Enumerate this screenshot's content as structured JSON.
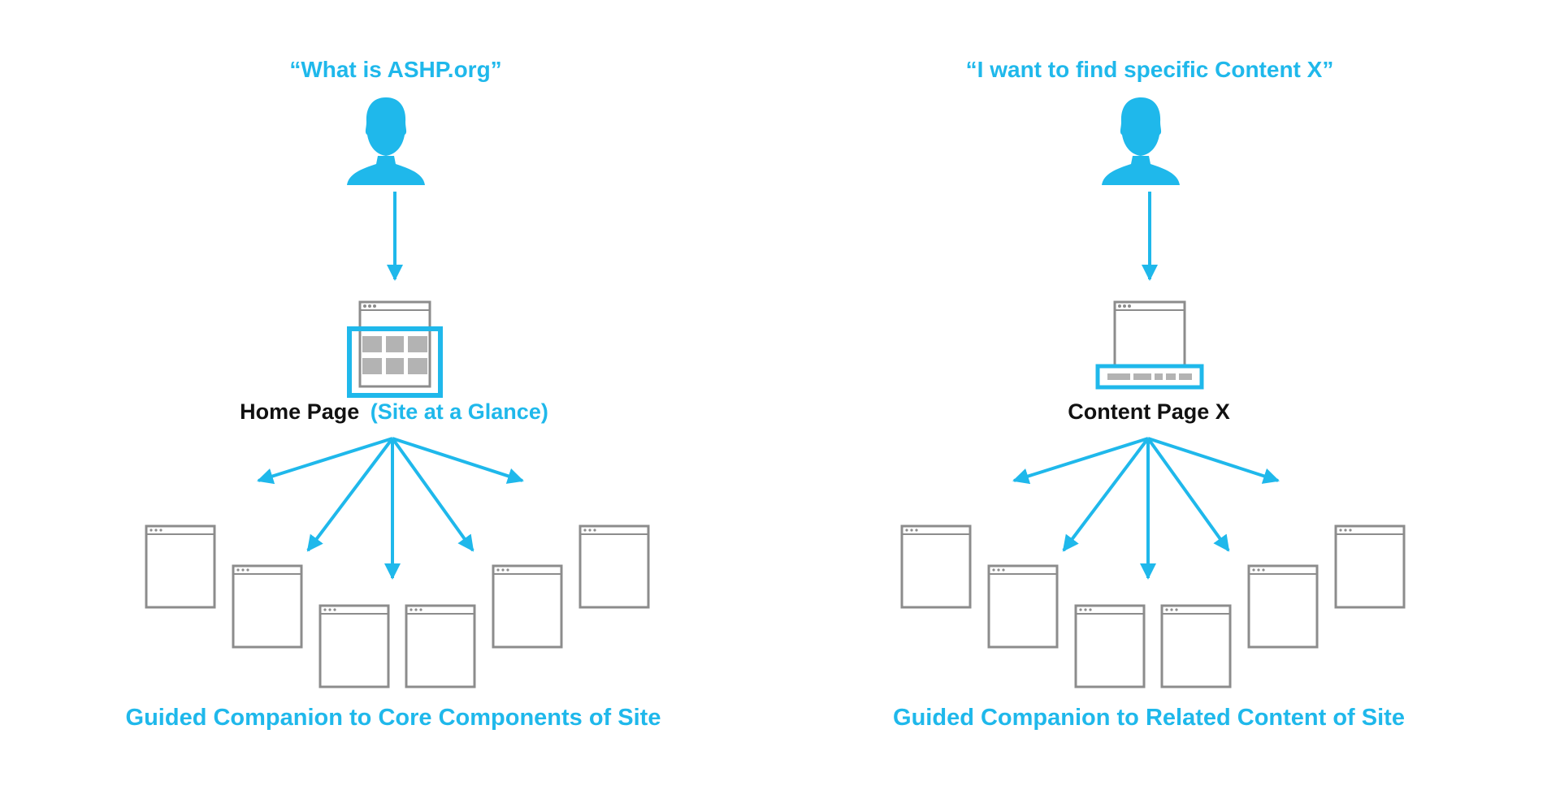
{
  "colors": {
    "accent": "#1fb8eb",
    "frame": "#8c8c8c",
    "dark": "#111111",
    "tile": "#b3b3b3"
  },
  "left": {
    "quote": "“What is ASHP.org”",
    "page_title": "Home Page",
    "page_subtitle": "(Site at a Glance)",
    "caption": "Guided Companion to Core Components of Site",
    "user_icon": "user-icon",
    "page_icon": "home-page-grid-icon"
  },
  "right": {
    "quote": "“I want to find specific Content X”",
    "page_title": "Content Page X",
    "caption": "Guided Companion to Related Content of Site",
    "user_icon": "user-icon",
    "page_icon": "content-page-footer-icon"
  }
}
